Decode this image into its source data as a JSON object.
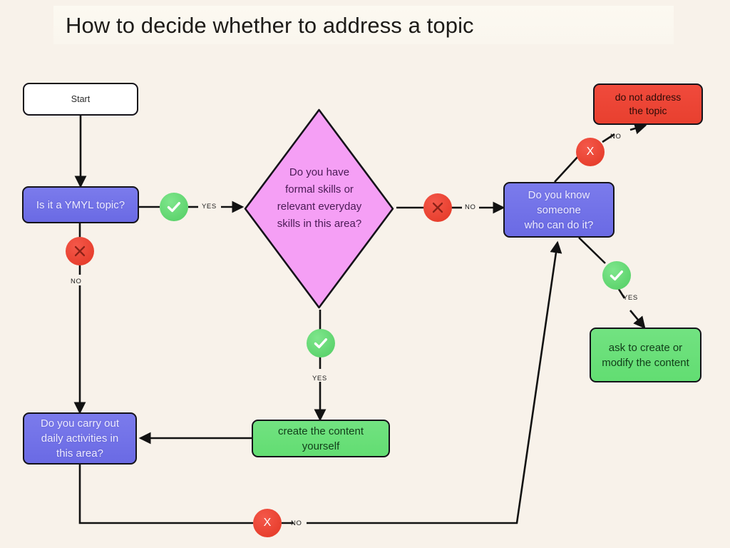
{
  "page": {
    "title": "How to decide whether to address a topic",
    "background_color": "#f8f2ea"
  },
  "colors": {
    "blue_node": "#6c6ce8",
    "green_node": "#62dd72",
    "red_node": "#e8402f",
    "diamond_pink": "#f59ff5",
    "stroke": "#15131a",
    "yes_badge": "#5ed46e",
    "no_badge": "#e8402f"
  },
  "nodes": {
    "start": {
      "label": "Start",
      "type": "terminator",
      "color": "#ffffff"
    },
    "ymyl": {
      "label": "Is it a YMYL topic?",
      "type": "decision",
      "color": "#6c6ce8"
    },
    "skills": {
      "label": "Do you have formal skills or relevant everyday skills in this area?",
      "lines": [
        "Do you have",
        "formal skills",
        "or relevant",
        "everyday",
        "skills in this",
        "area?"
      ],
      "type": "decision-diamond",
      "color": "#f59ff5"
    },
    "know_someone": {
      "label": "Do you know someone who can do it?",
      "lines": [
        "Do you know someone",
        "who can do it?"
      ],
      "type": "decision",
      "color": "#6c6ce8"
    },
    "do_not_address": {
      "label": "do not address the topic",
      "lines": [
        "do not address",
        "the topic"
      ],
      "type": "outcome",
      "color": "#e8402f"
    },
    "ask_to_create": {
      "label": "ask to create or modify the content",
      "lines": [
        "ask to create or",
        "modify the content"
      ],
      "type": "outcome",
      "color": "#62dd72"
    },
    "daily_activities": {
      "label": "Do you carry out daily activities in this area?",
      "lines": [
        "Do you carry out",
        "daily activities in",
        "this area?"
      ],
      "type": "decision",
      "color": "#6c6ce8"
    },
    "create_yourself": {
      "label": "create the content yourself",
      "lines": [
        "create the content",
        "yourself"
      ],
      "type": "outcome",
      "color": "#62dd72"
    }
  },
  "badges": {
    "ymyl_yes": {
      "kind": "check",
      "label": "YES"
    },
    "ymyl_no": {
      "kind": "cross",
      "label": "NO"
    },
    "skills_no": {
      "kind": "cross",
      "label": "NO"
    },
    "skills_yes": {
      "kind": "check",
      "label": "YES"
    },
    "know_someone_no": {
      "kind": "x-letter",
      "glyph": "X",
      "label": "NO"
    },
    "know_someone_yes": {
      "kind": "check",
      "label": "YES"
    },
    "daily_no": {
      "kind": "x-letter",
      "glyph": "X",
      "label": "NO"
    }
  },
  "edge_labels": {
    "ymyl_yes": "YES",
    "ymyl_no": "NO",
    "skills_no": "NO",
    "skills_yes": "YES",
    "know_someone_no": "NO",
    "know_someone_yes": "YES",
    "daily_no": "NO"
  }
}
